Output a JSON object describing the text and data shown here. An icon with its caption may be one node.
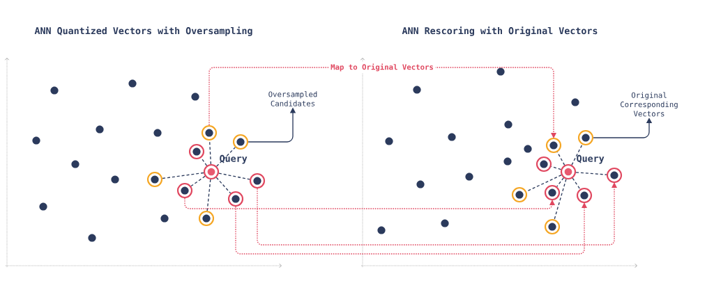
{
  "diagram": {
    "nodes": [
      {
        "text": [],
        "shape": "circle",
        "beside": [
          "Query"
        ]
      },
      {
        "text": [],
        "shape": "circle"
      },
      {
        "text": [],
        "shape": "circle"
      },
      {
        "text": [],
        "shape": "circle"
      },
      {
        "text": [],
        "shape": "circle"
      },
      {
        "text": [],
        "shape": "circle"
      },
      {
        "text": [],
        "shape": "circle"
      },
      {
        "text": [],
        "shape": "circle"
      },
      {
        "text": [],
        "shape": "circle"
      },
      {
        "text": [
          "Oversampled Candidates"
        ]
      },
      {
        "text": [],
        "shape": "circle",
        "beside": [
          "Query"
        ]
      },
      {
        "text": [],
        "shape": "circle"
      },
      {
        "text": [],
        "shape": "circle"
      },
      {
        "text": [],
        "shape": "circle"
      },
      {
        "text": [],
        "shape": "circle"
      },
      {
        "text": [],
        "shape": "circle"
      },
      {
        "text": [],
        "shape": "circle"
      },
      {
        "text": [],
        "shape": "circle"
      },
      {
        "text": [],
        "shape": "circle"
      },
      {
        "text": [
          "Original Corresponding Vectors"
        ]
      }
    ],
    "edges": [
      {
        "from": 0,
        "to": 1,
        "arrow": "none",
        "style": "dashed"
      },
      {
        "from": 0,
        "to": 2,
        "arrow": "none",
        "style": "dashed"
      },
      {
        "from": 0,
        "to": 3,
        "arrow": "none",
        "style": "dashed"
      },
      {
        "from": 0,
        "to": 4,
        "arrow": "none",
        "style": "dashed"
      },
      {
        "from": 0,
        "to": 5,
        "arrow": "none",
        "style": "dashed"
      },
      {
        "from": 0,
        "to": 6,
        "arrow": "none",
        "style": "dashed"
      },
      {
        "from": 0,
        "to": 7,
        "arrow": "none",
        "style": "dashed"
      },
      {
        "from": 0,
        "to": 8,
        "arrow": "none",
        "style": "dashed"
      },
      {
        "from": 10,
        "to": 11,
        "arrow": "none",
        "style": "dashed"
      },
      {
        "from": 10,
        "to": 12,
        "arrow": "none",
        "style": "dashed"
      },
      {
        "from": 10,
        "to": 13,
        "arrow": "none",
        "style": "dashed"
      },
      {
        "from": 10,
        "to": 14,
        "arrow": "none",
        "style": "dashed"
      },
      {
        "from": 10,
        "to": 15,
        "arrow": "none",
        "style": "dashed"
      },
      {
        "from": 10,
        "to": 16,
        "arrow": "none",
        "style": "dashed"
      },
      {
        "from": 10,
        "to": 17,
        "arrow": "none",
        "style": "dashed"
      },
      {
        "from": 10,
        "to": 18,
        "arrow": "none",
        "style": "dashed"
      },
      {
        "from": 2,
        "to": 9,
        "arrow": "to"
      },
      {
        "from": 11,
        "to": 19,
        "arrow": "to"
      },
      {
        "from": 1,
        "to": 12,
        "arrow": "to",
        "label": "Map to Original Vectors",
        "style": "dashed",
        "color": "#e0475f"
      },
      {
        "from": 6,
        "to": 16,
        "arrow": "to",
        "style": "dashed",
        "color": "#e0475f"
      },
      {
        "from": 5,
        "to": 14,
        "arrow": "to",
        "style": "dashed",
        "color": "#e0475f"
      },
      {
        "from": 7,
        "to": 17,
        "arrow": "to",
        "style": "dashed",
        "color": "#e0475f"
      }
    ],
    "labels": [
      "ANN Quantized Vectors with Oversampling",
      "ANN Rescoring with Original Vectors"
    ]
  }
}
